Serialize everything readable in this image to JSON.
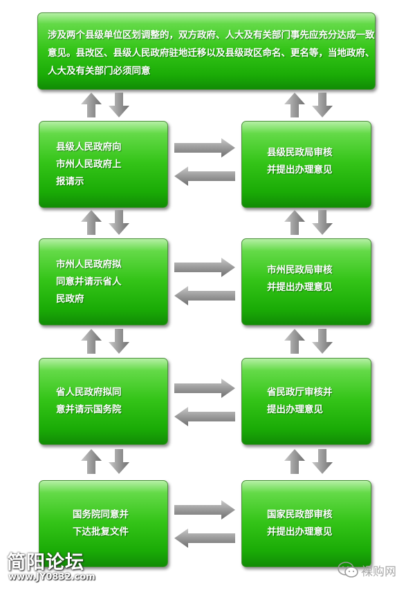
{
  "top_note": "涉及两个县级单位区划调整的，双方政府、人大及有关部门事先应充分达成一致意见。县改区、县级人民政府驻地迁移以及县级政区命名、更名等，当地政府、人大及有关部门必须同意",
  "left_steps": [
    "县级人民政府向\n市州人民政府上\n报请示",
    "市州人民政府拟\n同意并请示省人\n民政府",
    "省人民政府拟同\n意并请示国务院",
    "国务院同意并\n下达批复文件"
  ],
  "right_steps": [
    "县级民政局审核\n并提出办理意见",
    "市州民政局审核\n并提出办理意见",
    "省民政厅审核并\n提出办理意见",
    "国家民政部审核\n并提出办理意见"
  ],
  "watermark_left": {
    "title": "简阳论坛",
    "url": "www.JY0832.com"
  },
  "watermark_right": "裸购网",
  "colors": {
    "box_green": "#34c418",
    "arrow_gray": "#8c8c8c",
    "text": "#ffffff"
  }
}
